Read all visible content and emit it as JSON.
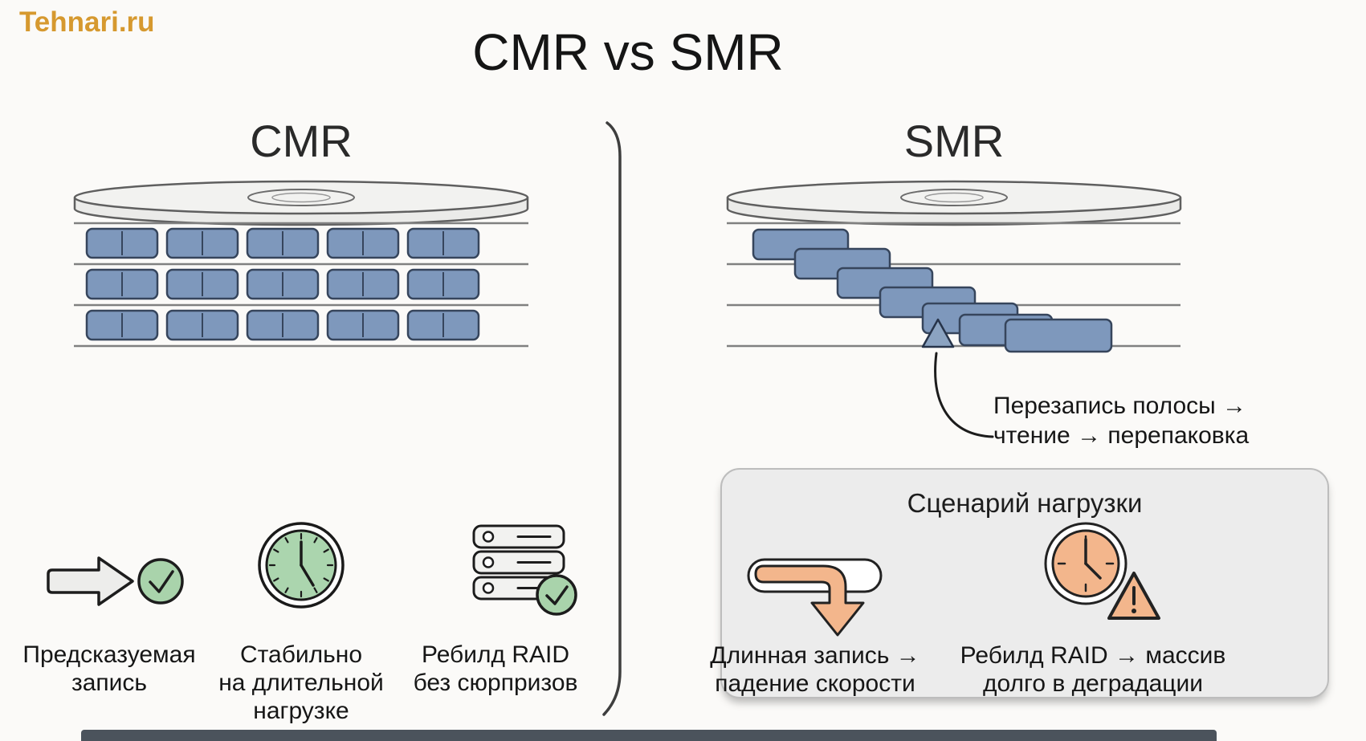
{
  "logo": {
    "text": "Tehnari.ru",
    "color": "#d6992f"
  },
  "title": "CMR vs SMR",
  "left": {
    "heading": "CMR",
    "benefits": [
      {
        "icon": "arrow-right-check-icon",
        "caption": "Предсказуемая\nзапись"
      },
      {
        "icon": "clock-icon",
        "caption": "Стабильно\nна длительной\nнагрузке"
      },
      {
        "icon": "raid-server-check-icon",
        "caption": "Ребилд RAID\nбез сюрпризов"
      }
    ]
  },
  "right": {
    "heading": "SMR",
    "annotation": "Перезапись полосы →\nчтение → перепаковка",
    "scenario_box": {
      "title": "Сценарий нагрузки",
      "items": [
        {
          "icon": "long-write-arrow-icon",
          "caption": "Длинная запись →\nпадение скорости"
        },
        {
          "icon": "clock-warning-icon",
          "caption": "Ребилд RAID → массив\nдолго в деградации"
        }
      ]
    }
  },
  "colors": {
    "track_blue": "#7e98bc",
    "track_stroke": "#36455c",
    "green": "#a9d3ab",
    "orange": "#f3b68c",
    "box_gray": "#ececec",
    "logo_gold": "#d6992f"
  }
}
